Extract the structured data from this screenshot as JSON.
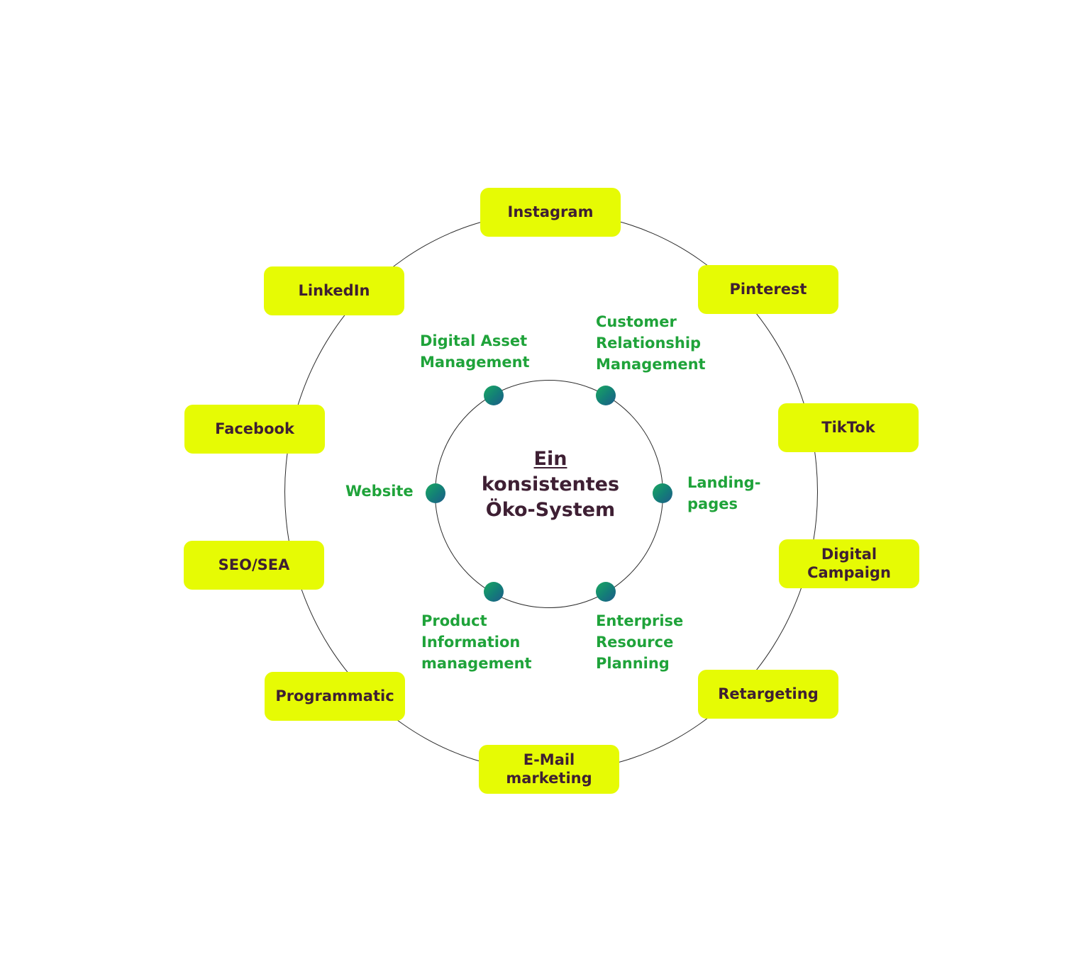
{
  "center": {
    "line1": "Ein",
    "line2": "konsistentes",
    "line3": "Öko-System"
  },
  "channels": {
    "instagram": "Instagram",
    "pinterest": "Pinterest",
    "tiktok": "TikTok",
    "digital_campaign": "Digital\nCampaign",
    "retargeting": "Retargeting",
    "email_marketing": "E-Mail\nmarketing",
    "programmatic": "Programmatic",
    "seo_sea": "SEO/SEA",
    "facebook": "Facebook",
    "linkedin": "LinkedIn"
  },
  "systems": {
    "dam": "Digital Asset\nManagement",
    "crm": "Customer\nRelationship\nManagement",
    "landing_pages": "Landing-\npages",
    "erp": "Enterprise\nResource\nPlanning",
    "pim": "Product\nInformation\nmanagement",
    "website": "Website"
  },
  "colors": {
    "pill_fill": "#e6fb04",
    "pill_text": "#3e1f33",
    "system_text": "#1fa33a",
    "ring_stroke": "#2b2b2b",
    "center_text": "#3e1f33"
  }
}
